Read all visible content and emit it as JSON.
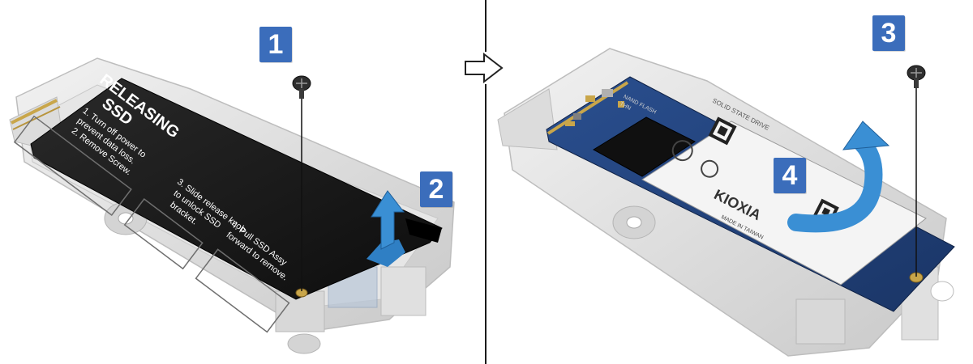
{
  "label": {
    "title_line1": "RELEASING",
    "title_line2": "SSD",
    "step1_line1": "1. Turn off power to",
    "step1_line2": "prevent data loss.",
    "step2": "2. Remove Screw.",
    "step3_line1": "3. Slide release knob",
    "step3_line2": "to unlock SSD",
    "step3_line3": "bracket.",
    "step4_line1": "4. Pull SSD Assy",
    "step4_line2": "forward to remove."
  },
  "ssd_label": {
    "line1": "SOLID STATE DRIVE",
    "brand": "KIOXIA",
    "nand_text": "NAND FLASH",
    "model": "THN",
    "made_in": "MADE IN TAIWAN"
  },
  "callouts": [
    "1",
    "2",
    "3",
    "4"
  ],
  "colors": {
    "callout": "#3b6dbb",
    "pcb": "#22407a",
    "black_label": "#141414",
    "bracket": "#d9d9d9"
  },
  "icons": [
    "screw-icon",
    "arrow-right-icon",
    "rotate-arrow-icon",
    "up-arrow-icon"
  ]
}
